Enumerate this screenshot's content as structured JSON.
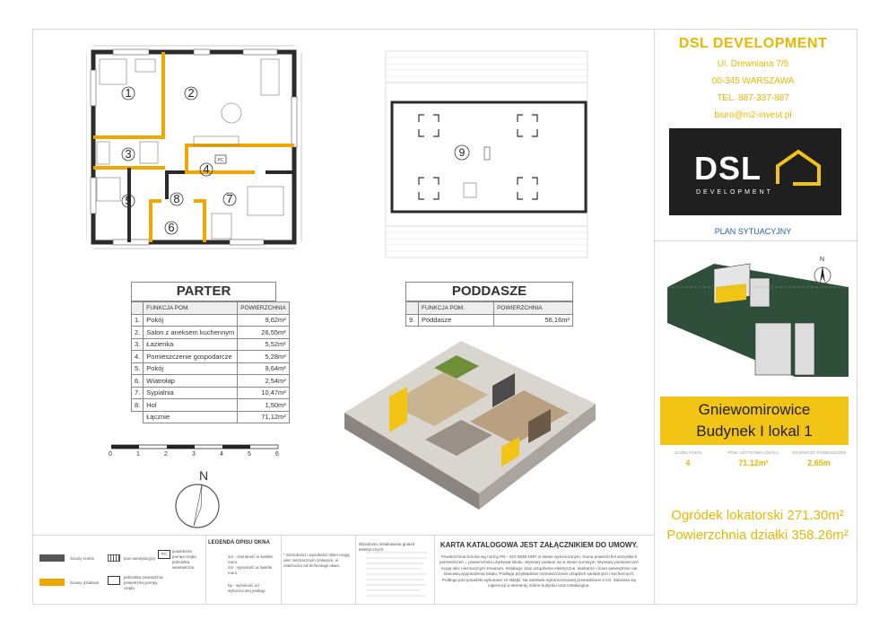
{
  "header": {
    "company": "DSL DEVELOPMENT",
    "street": "Ul. Drewniana 7/5",
    "city": "00-345 WARSZAWA",
    "phone": "TEL. 887-337-887",
    "email": "biuro@m2-invest.pl"
  },
  "logo": {
    "main": "DSL",
    "sub": "DEVELOPMENT"
  },
  "site_plan": {
    "title": "PLAN SYTUACYJNY"
  },
  "unit": {
    "line1": "Gniewomirowice",
    "line2": "Budynek I lokal 1"
  },
  "stats": [
    {
      "label": "LICZBA POKOI",
      "value": "4"
    },
    {
      "label": "POW. UŻYTKOWA LOKALU",
      "value": "71.12m²"
    },
    {
      "label": "WYSOKOŚĆ POMIESZCZEŃ",
      "value": "2.65m"
    }
  ],
  "garden": "Ogródek lokatorski 271.30m²",
  "plot": "Powierzchnia działki 358.26m²",
  "parter": {
    "title": "PARTER",
    "col_func": "FUNKCJA POM.",
    "col_area": "POWIERZCHNIA",
    "rows": [
      {
        "no": "1.",
        "name": "Pokój",
        "area": "9,62m²"
      },
      {
        "no": "2.",
        "name": "Salon z aneksem kuchennym",
        "area": "26,55m²"
      },
      {
        "no": "3.",
        "name": "Łazienka",
        "area": "5,52m²"
      },
      {
        "no": "4.",
        "name": "Pomieszczenie gospodarcze",
        "area": "5,28m²"
      },
      {
        "no": "5.",
        "name": "Pokój",
        "area": "9,64m²"
      },
      {
        "no": "6.",
        "name": "Wiatrołap",
        "area": "2,54m²"
      },
      {
        "no": "7.",
        "name": "Sypialnia",
        "area": "10,47m²"
      },
      {
        "no": "8.",
        "name": "Hol",
        "area": "1,50m²"
      }
    ],
    "total_label": "Łącznie",
    "total": "71,12m²"
  },
  "poddasze": {
    "title": "PODDASZE",
    "col_func": "FUNKCJA POM.",
    "col_area": "POWIERZCHNIA",
    "rows": [
      {
        "no": "9.",
        "name": "Poddasze",
        "area": "56,16m²"
      }
    ]
  },
  "scale": [
    "0",
    "1",
    "2",
    "3",
    "4",
    "5",
    "6"
  ],
  "compass": "N",
  "rooms_ground": [
    "1",
    "2",
    "3",
    "4",
    "5",
    "6",
    "7",
    "8"
  ],
  "room_attic": "9",
  "pc_label": "PC",
  "legend": {
    "walls_load": "Ściany nośne",
    "walls_light": "Ściany działowe",
    "vent": "pion wentylacyjny",
    "pc": "PC",
    "heat_pump": "powietrzna pompa ciepła jednostka wewnętrzna",
    "outdoor_unit": "jednostka zewnętrzna powietrznej pompy ciepła",
    "window_title": "LEGENDA OPISU OKNA",
    "window_a": "1m - szerokość w świetle muru",
    "window_b": "1m - wysokość w świetle muru",
    "window_c": "hp - wysokość od wykończonej podłogi",
    "window_note": "* Szerokości i wysokości okien mogą ulec nieznacznym zmianom, w zależności od technologii okien.",
    "install_title": "Wysokości instalowania gniazd elektrycznych:",
    "card_title": "KARTA KATALOGOWA JEST ZAŁĄCZNIKIEM DO UMOWY.",
    "card_text": "Powierzchnia liczona wg normy PN - ISO 9836:1997 w stanie wykończonym. Suma powierzchni wszystkich pomieszczeń = powierzchnia użytkowa lokalu. Wymiary podane są w stanie surowym. Wymiary pomieszczeń mogą ulec nieznacznym zmianom. Instalacje oraz urządzenia elektryczne, sanitarne i ścian wewnętrzne nie stanowią wyposażenia lokalu. Podłoga przykładowo rozmieszczenie urządzeń sanitarnych i kuchennych. Podłoga pod posadzki wykonane ze sklejki. Na warstwie wykończeniowej przewidziano 2 cm. Zabrania się ingerencji w elementy nośne budynku oraz instalacyjne."
  },
  "colors": {
    "accent": "#e8b800",
    "wall": "#2b2b2b",
    "partition": "#f0a800",
    "logo_bg": "#1f1f1f"
  }
}
